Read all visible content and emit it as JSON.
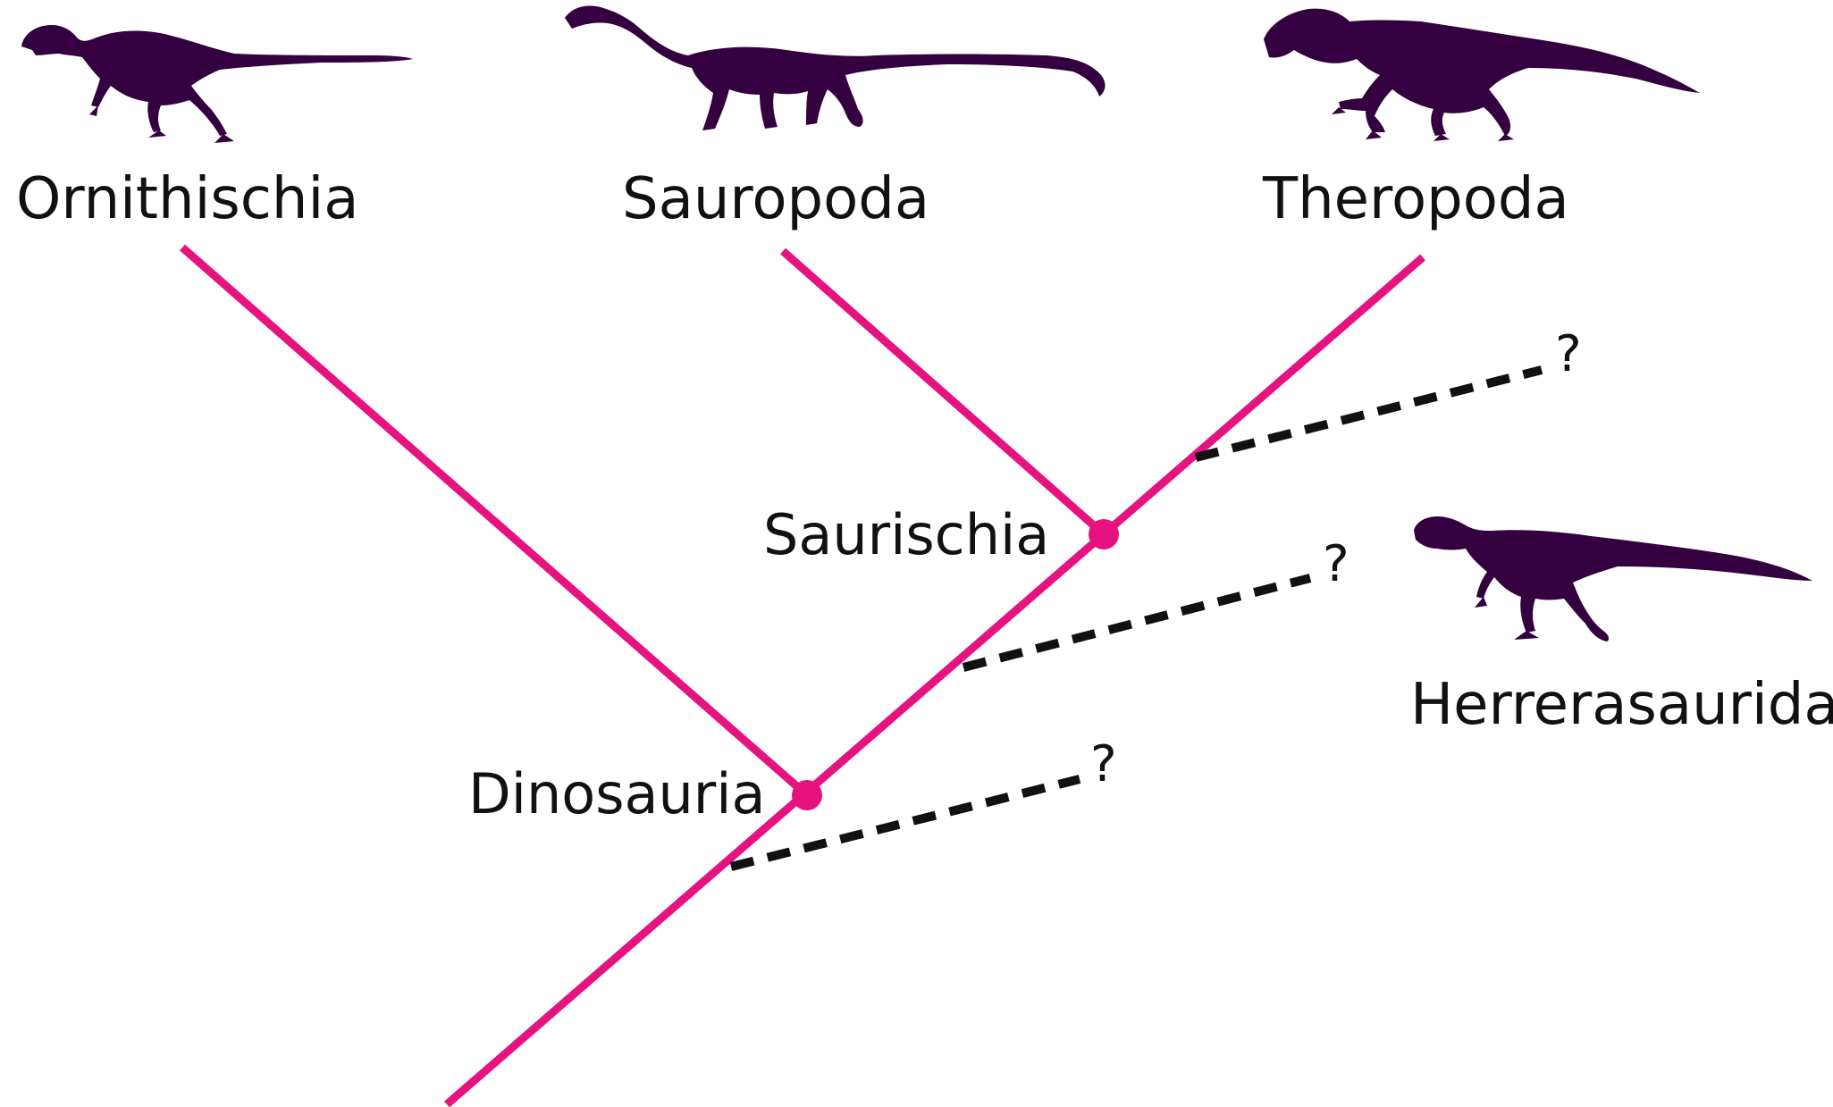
{
  "colors": {
    "branch": "#e6127f",
    "node": "#e6127f",
    "uncertain": "#111111",
    "silhouette": "#34003f",
    "text": "#111111",
    "background": "#ffffff"
  },
  "taxa": {
    "ornithischia": {
      "label": "Ornithischia",
      "icon": "ornithischian-dinosaur-silhouette"
    },
    "sauropoda": {
      "label": "Sauropoda",
      "icon": "sauropod-dinosaur-silhouette"
    },
    "theropoda": {
      "label": "Theropoda",
      "icon": "theropod-dinosaur-silhouette"
    },
    "herrerasauridae": {
      "label": "Herrerasauridae",
      "icon": "herrerasaurid-dinosaur-silhouette"
    }
  },
  "nodes": {
    "dinosauria": {
      "label": "Dinosauria"
    },
    "saurischia": {
      "label": "Saurischia"
    }
  },
  "uncertain_branches": [
    {
      "marker": "?"
    },
    {
      "marker": "?"
    },
    {
      "marker": "?"
    }
  ]
}
